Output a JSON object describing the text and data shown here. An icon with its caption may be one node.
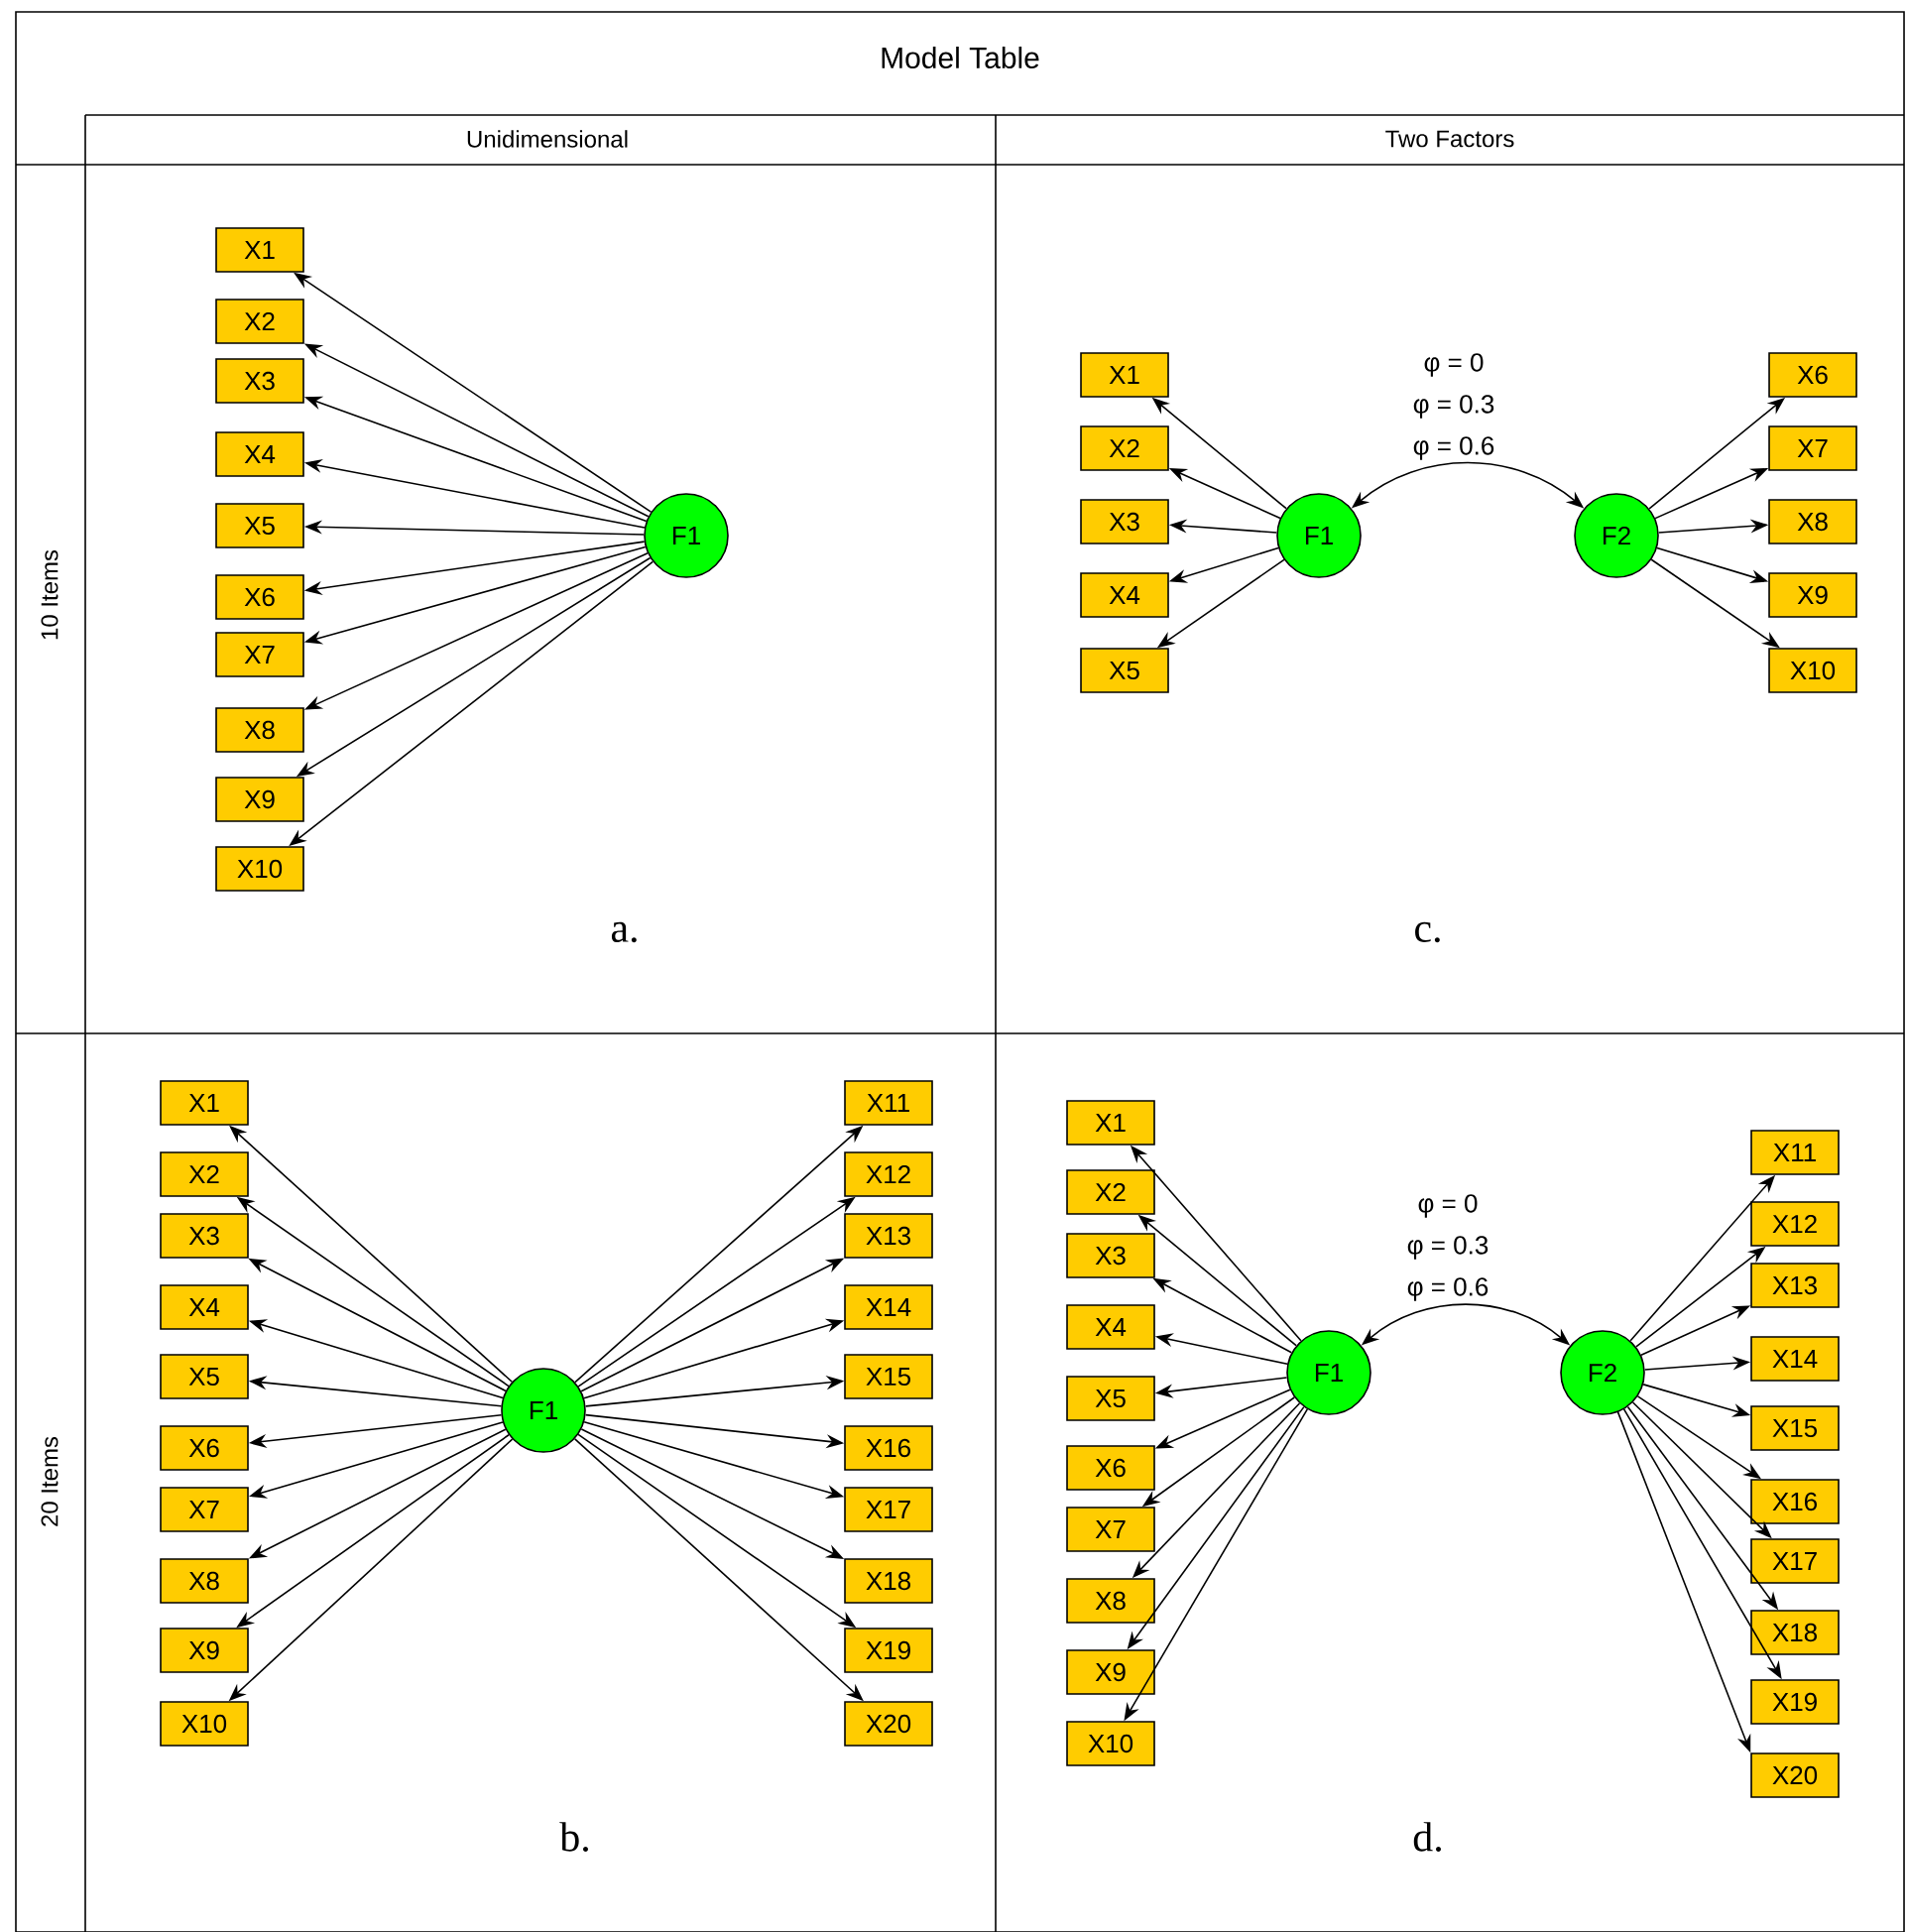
{
  "diagram": {
    "nodes": [
      {
        "text": [
          "X1"
        ]
      },
      {
        "text": [
          "X2"
        ]
      },
      {
        "text": [
          "X3"
        ]
      },
      {
        "text": [
          "X4"
        ]
      },
      {
        "text": [
          "X5"
        ]
      },
      {
        "text": [
          "X6"
        ]
      },
      {
        "text": [
          "X7"
        ]
      },
      {
        "text": [
          "X8"
        ]
      },
      {
        "text": [
          "X9"
        ]
      },
      {
        "text": [
          "X10"
        ]
      },
      {
        "text": [
          "F1"
        ]
      },
      {
        "text": [
          "X1"
        ]
      },
      {
        "text": [
          "X2"
        ]
      },
      {
        "text": [
          "X3"
        ]
      },
      {
        "text": [
          "X4"
        ]
      },
      {
        "text": [
          "X5"
        ]
      },
      {
        "text": [
          "F1"
        ]
      },
      {
        "text": [
          "F2"
        ]
      },
      {
        "text": [
          "X6"
        ]
      },
      {
        "text": [
          "X7"
        ]
      },
      {
        "text": [
          "X8"
        ]
      },
      {
        "text": [
          "X9"
        ]
      },
      {
        "text": [
          "X10"
        ]
      },
      {
        "text": [
          "X1"
        ]
      },
      {
        "text": [
          "X2"
        ]
      },
      {
        "text": [
          "X3"
        ]
      },
      {
        "text": [
          "X4"
        ]
      },
      {
        "text": [
          "X5"
        ]
      },
      {
        "text": [
          "X6"
        ]
      },
      {
        "text": [
          "X7"
        ]
      },
      {
        "text": [
          "X8"
        ]
      },
      {
        "text": [
          "X9"
        ]
      },
      {
        "text": [
          "X10"
        ]
      },
      {
        "text": [
          "F1"
        ]
      },
      {
        "text": [
          "X11"
        ]
      },
      {
        "text": [
          "X12"
        ]
      },
      {
        "text": [
          "X13"
        ]
      },
      {
        "text": [
          "X14"
        ]
      },
      {
        "text": [
          "X15"
        ]
      },
      {
        "text": [
          "X16"
        ]
      },
      {
        "text": [
          "X17"
        ]
      },
      {
        "text": [
          "X18"
        ]
      },
      {
        "text": [
          "X19"
        ]
      },
      {
        "text": [
          "X20"
        ]
      },
      {
        "text": [
          "X1"
        ]
      },
      {
        "text": [
          "X2"
        ]
      },
      {
        "text": [
          "X3"
        ]
      },
      {
        "text": [
          "X4"
        ]
      },
      {
        "text": [
          "X5"
        ]
      },
      {
        "text": [
          "X6"
        ]
      },
      {
        "text": [
          "X7"
        ]
      },
      {
        "text": [
          "X8"
        ]
      },
      {
        "text": [
          "X9"
        ]
      },
      {
        "text": [
          "X10"
        ]
      },
      {
        "text": [
          "F1"
        ]
      },
      {
        "text": [
          "F2"
        ]
      },
      {
        "text": [
          "X11"
        ]
      },
      {
        "text": [
          "X12"
        ]
      },
      {
        "text": [
          "X13"
        ]
      },
      {
        "text": [
          "X14"
        ]
      },
      {
        "text": [
          "X15"
        ]
      },
      {
        "text": [
          "X16"
        ]
      },
      {
        "text": [
          "X17"
        ]
      },
      {
        "text": [
          "X18"
        ]
      },
      {
        "text": [
          "X19"
        ]
      },
      {
        "text": [
          "X20"
        ]
      }
    ],
    "edges": [
      {
        "from": 10,
        "to": 0,
        "arrow": "to"
      },
      {
        "from": 10,
        "to": 1,
        "arrow": "to"
      },
      {
        "from": 10,
        "to": 2,
        "arrow": "to"
      },
      {
        "from": 10,
        "to": 3,
        "arrow": "to"
      },
      {
        "from": 10,
        "to": 4,
        "arrow": "to"
      },
      {
        "from": 10,
        "to": 5,
        "arrow": "to"
      },
      {
        "from": 10,
        "to": 6,
        "arrow": "to"
      },
      {
        "from": 10,
        "to": 7,
        "arrow": "to"
      },
      {
        "from": 10,
        "to": 8,
        "arrow": "to"
      },
      {
        "from": 10,
        "to": 9,
        "arrow": "to"
      },
      {
        "from": 16,
        "to": 11,
        "arrow": "to"
      },
      {
        "from": 16,
        "to": 12,
        "arrow": "to"
      },
      {
        "from": 16,
        "to": 13,
        "arrow": "to"
      },
      {
        "from": 16,
        "to": 14,
        "arrow": "to"
      },
      {
        "from": 16,
        "to": 15,
        "arrow": "to"
      },
      {
        "from": 16,
        "to": 17,
        "arrow": "both"
      },
      {
        "from": 17,
        "to": 18,
        "arrow": "to"
      },
      {
        "from": 17,
        "to": 19,
        "arrow": "to"
      },
      {
        "from": 17,
        "to": 20,
        "arrow": "to"
      },
      {
        "from": 17,
        "to": 21,
        "arrow": "to"
      },
      {
        "from": 17,
        "to": 22,
        "arrow": "to"
      },
      {
        "from": 33,
        "to": 23,
        "arrow": "to"
      },
      {
        "from": 33,
        "to": 24,
        "arrow": "to"
      },
      {
        "from": 33,
        "to": 25,
        "arrow": "to"
      },
      {
        "from": 33,
        "to": 26,
        "arrow": "to"
      },
      {
        "from": 33,
        "to": 27,
        "arrow": "to"
      },
      {
        "from": 33,
        "to": 28,
        "arrow": "to"
      },
      {
        "from": 33,
        "to": 29,
        "arrow": "to"
      },
      {
        "from": 33,
        "to": 30,
        "arrow": "to"
      },
      {
        "from": 33,
        "to": 31,
        "arrow": "to"
      },
      {
        "from": 33,
        "to": 32,
        "arrow": "to"
      },
      {
        "from": 33,
        "to": 34,
        "arrow": "to"
      },
      {
        "from": 33,
        "to": 35,
        "arrow": "to"
      },
      {
        "from": 33,
        "to": 36,
        "arrow": "to"
      },
      {
        "from": 33,
        "to": 37,
        "arrow": "to"
      },
      {
        "from": 33,
        "to": 38,
        "arrow": "to"
      },
      {
        "from": 33,
        "to": 39,
        "arrow": "to"
      },
      {
        "from": 33,
        "to": 40,
        "arrow": "to"
      },
      {
        "from": 33,
        "to": 41,
        "arrow": "to"
      },
      {
        "from": 33,
        "to": 42,
        "arrow": "to"
      },
      {
        "from": 33,
        "to": 43,
        "arrow": "to"
      },
      {
        "from": 54,
        "to": 44,
        "arrow": "to"
      },
      {
        "from": 54,
        "to": 45,
        "arrow": "to"
      },
      {
        "from": 54,
        "to": 46,
        "arrow": "to"
      },
      {
        "from": 54,
        "to": 47,
        "arrow": "to"
      },
      {
        "from": 54,
        "to": 48,
        "arrow": "to"
      },
      {
        "from": 54,
        "to": 49,
        "arrow": "to"
      },
      {
        "from": 54,
        "to": 50,
        "arrow": "to"
      },
      {
        "from": 54,
        "to": 51,
        "arrow": "to"
      },
      {
        "from": 54,
        "to": 52,
        "arrow": "to"
      },
      {
        "from": 54,
        "to": 53,
        "arrow": "to"
      },
      {
        "from": 54,
        "to": 55,
        "arrow": "both"
      },
      {
        "from": 55,
        "to": 56,
        "arrow": "to"
      },
      {
        "from": 55,
        "to": 57,
        "arrow": "to"
      },
      {
        "from": 55,
        "to": 58,
        "arrow": "to"
      },
      {
        "from": 55,
        "to": 59,
        "arrow": "to"
      },
      {
        "from": 55,
        "to": 60,
        "arrow": "to"
      },
      {
        "from": 55,
        "to": 61,
        "arrow": "to"
      },
      {
        "from": 55,
        "to": 62,
        "arrow": "to"
      },
      {
        "from": 55,
        "to": 63,
        "arrow": "to"
      },
      {
        "from": 55,
        "to": 64,
        "arrow": "to"
      },
      {
        "from": 55,
        "to": 65,
        "arrow": "to"
      }
    ],
    "labels": [
      "Model Table",
      "Unidimensional",
      "Two Factors",
      "10 Items",
      "φ = 0",
      "φ = 0.3",
      "φ = 0.6",
      "a.",
      "c.",
      "20 Items",
      "φ = 0",
      "φ = 0.3",
      "φ = 0.6",
      "b.",
      "d."
    ]
  }
}
